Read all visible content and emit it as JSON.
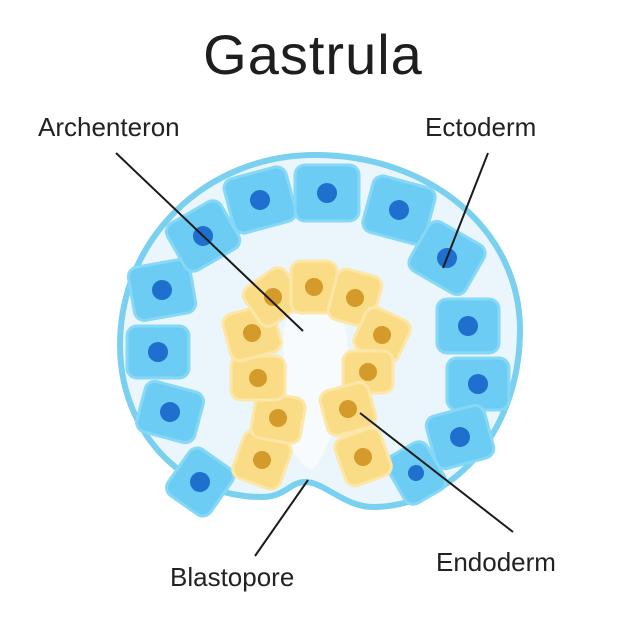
{
  "title": "Gastrula",
  "labels": {
    "archenteron": "Archenteron",
    "ectoderm": "Ectoderm",
    "blastopore": "Blastopore",
    "endoderm": "Endoderm"
  },
  "colors": {
    "outline": "#7ad0ef",
    "interior": "#eaf6fc",
    "ectoderm_cell": "#6dccf3",
    "ectoderm_cell_stroke": "#86d8f7",
    "ectoderm_nucleus": "#1f6fce",
    "endoderm_cell": "#fbdc86",
    "endoderm_cell_stroke": "#fde7a8",
    "endoderm_nucleus": "#d49a2a",
    "leader_line": "#1b1b1b"
  }
}
